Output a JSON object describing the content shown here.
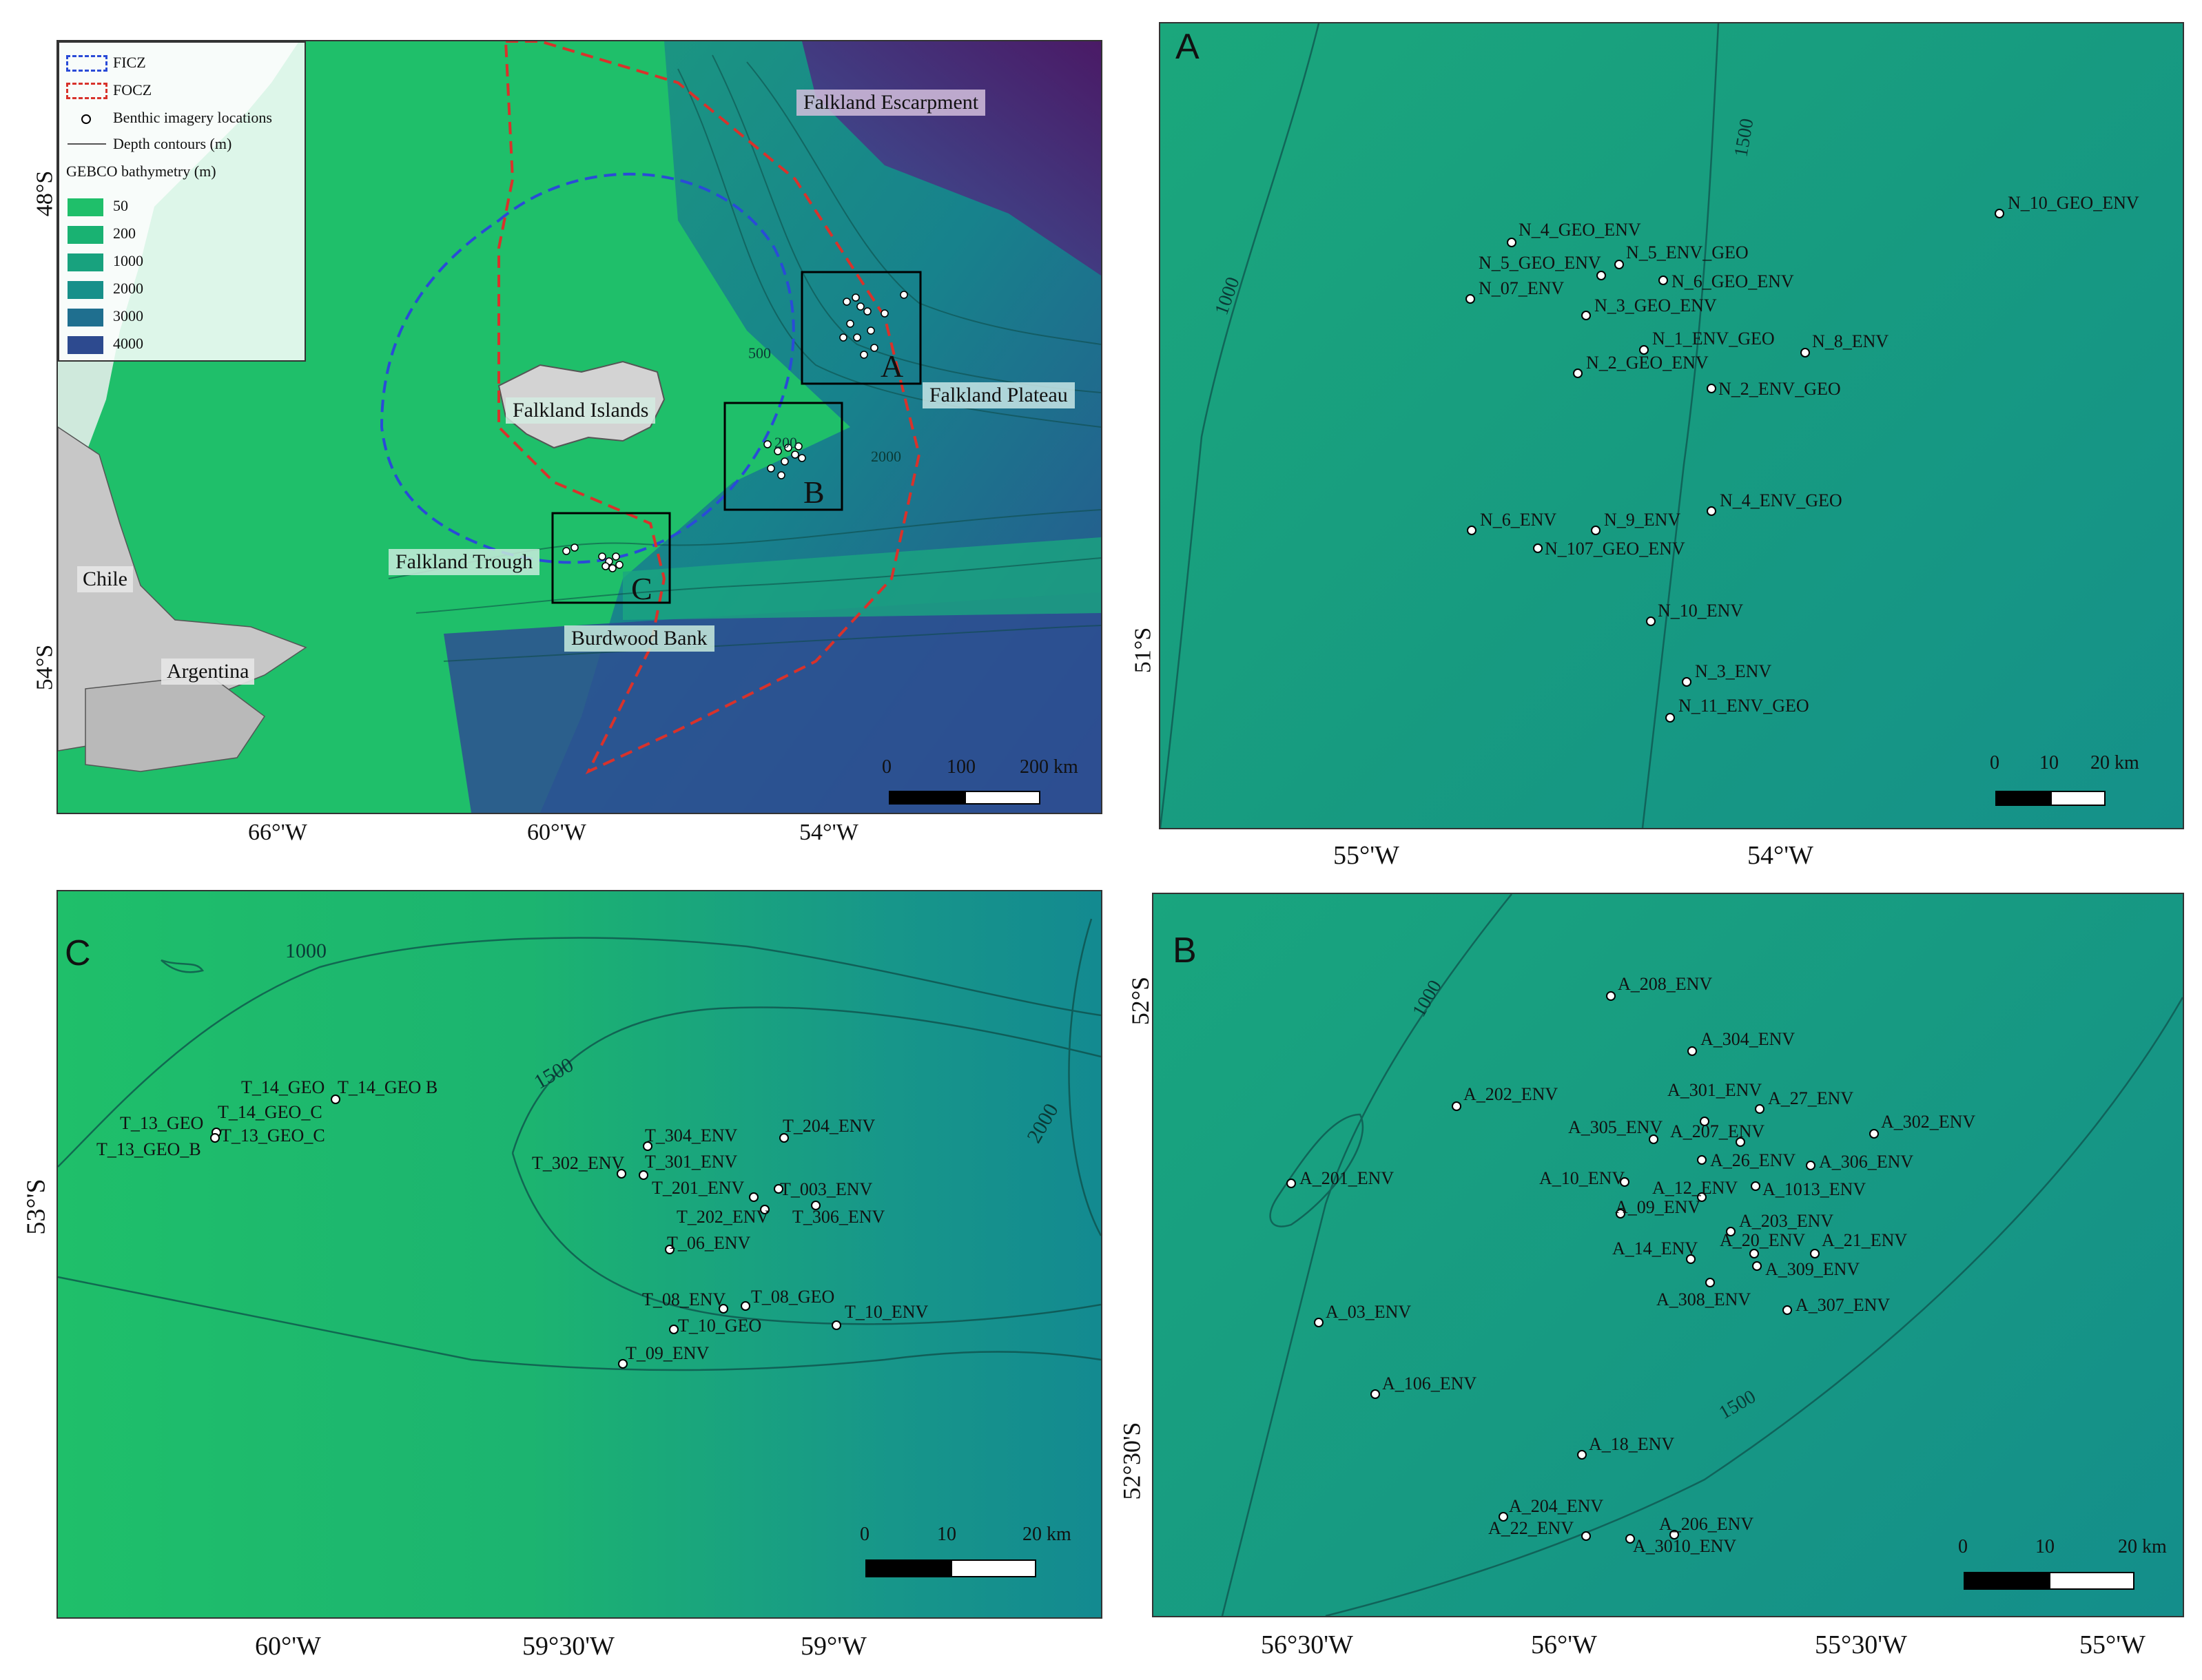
{
  "overview": {
    "legend": {
      "ficz": "FICZ",
      "focz": "FOCZ",
      "benthic": "Benthic imagery locations",
      "depth": "Depth contours (m)",
      "gebco_title": "GEBCO bathymetry (m)",
      "gebco_classes": [
        {
          "label": "50",
          "color": "#1fbf6a"
        },
        {
          "label": "200",
          "color": "#19b272"
        },
        {
          "label": "1000",
          "color": "#18a27e"
        },
        {
          "label": "2000",
          "color": "#17908a"
        },
        {
          "label": "3000",
          "color": "#1f6f8f"
        },
        {
          "label": "4000",
          "color": "#2d4a8f"
        }
      ]
    },
    "places": {
      "falkland_islands": "Falkland Islands",
      "falkland_plateau": "Falkland Plateau",
      "falkland_escarpment": "Falkland Escarpment",
      "falkland_trough": "Falkland Trough",
      "burdwood_bank": "Burdwood Bank",
      "chile": "Chile",
      "argentina": "Argentina"
    },
    "boxes": [
      "A",
      "B",
      "C"
    ],
    "contour_labels": [
      "500",
      "200",
      "2000"
    ],
    "scale": [
      "0",
      "100",
      "200 km"
    ],
    "lat_ticks": [
      "48°S",
      "54°S"
    ],
    "lon_ticks": [
      "66°'W",
      "60°'W",
      "54°'W"
    ]
  },
  "panelA": {
    "letter": "A",
    "contours": [
      "1000",
      "1500"
    ],
    "lat_ticks": [
      "51°S"
    ],
    "lon_ticks": [
      "55°'W",
      "54°'W"
    ],
    "scale": [
      "0",
      "10",
      "20 km"
    ],
    "stations": [
      "N_4_GEO_ENV",
      "N_5_GEO_ENV",
      "N_5_ENV_GEO",
      "N_07_ENV",
      "N_6_GEO_ENV",
      "N_3_GEO_ENV",
      "N_1_ENV_GEO",
      "N_8_ENV",
      "N_2_GEO_ENV",
      "N_2_ENV_GEO",
      "N_10_GEO_ENV",
      "N_6_ENV",
      "N_9_ENV",
      "N_4_ENV_GEO",
      "N_107_GEO_ENV",
      "N_10_ENV",
      "N_3_ENV",
      "N_11_ENV_GEO"
    ]
  },
  "panelC": {
    "letter": "C",
    "contours": [
      "1000",
      "1500",
      "2000"
    ],
    "lat_ticks": [
      "53°'S"
    ],
    "lon_ticks": [
      "60°'W",
      "59°30'W",
      "59°'W"
    ],
    "scale": [
      "0",
      "10",
      "20 km"
    ],
    "stations": [
      "T_14_GEO",
      "T_14_GEO B",
      "T_13_GEO",
      "T_14_GEO_C",
      "T_13_GEO_C",
      "T_13_GEO_B",
      "T_304_ENV",
      "T_204_ENV",
      "T_302_ENV",
      "T_301_ENV",
      "T_201_ENV",
      "T_003_ENV",
      "T_202_ENV",
      "T_306_ENV",
      "T_06_ENV",
      "T_08_ENV",
      "T_08_GEO",
      "T_10_ENV",
      "T_10_GEO",
      "T_09_ENV"
    ]
  },
  "panelB": {
    "letter": "B",
    "contours": [
      "1000",
      "1500"
    ],
    "lat_ticks": [
      "52°S",
      "52°30'S"
    ],
    "lon_ticks": [
      "56°30'W",
      "56°'W",
      "55°30'W",
      "55°'W"
    ],
    "scale": [
      "0",
      "10",
      "20 km"
    ],
    "stations": [
      "A_208_ENV",
      "A_304_ENV",
      "A_301_ENV",
      "A_27_ENV",
      "A_202_ENV",
      "A_302_ENV",
      "A_305_ENV",
      "A_207_ENV",
      "A_26_ENV",
      "A_306_ENV",
      "A_201_ENV",
      "A_10_ENV",
      "A_12_ENV",
      "A_1013_ENV",
      "A_09_ENV",
      "A_203_ENV",
      "A_14_ENV",
      "A_20_ENV",
      "A_21_ENV",
      "A_309_ENV",
      "A_308_ENV",
      "A_307_ENV",
      "A_03_ENV",
      "A_106_ENV",
      "A_18_ENV",
      "A_204_ENV",
      "A_22_ENV",
      "A_206_ENV",
      "A_3010_ENV"
    ]
  }
}
